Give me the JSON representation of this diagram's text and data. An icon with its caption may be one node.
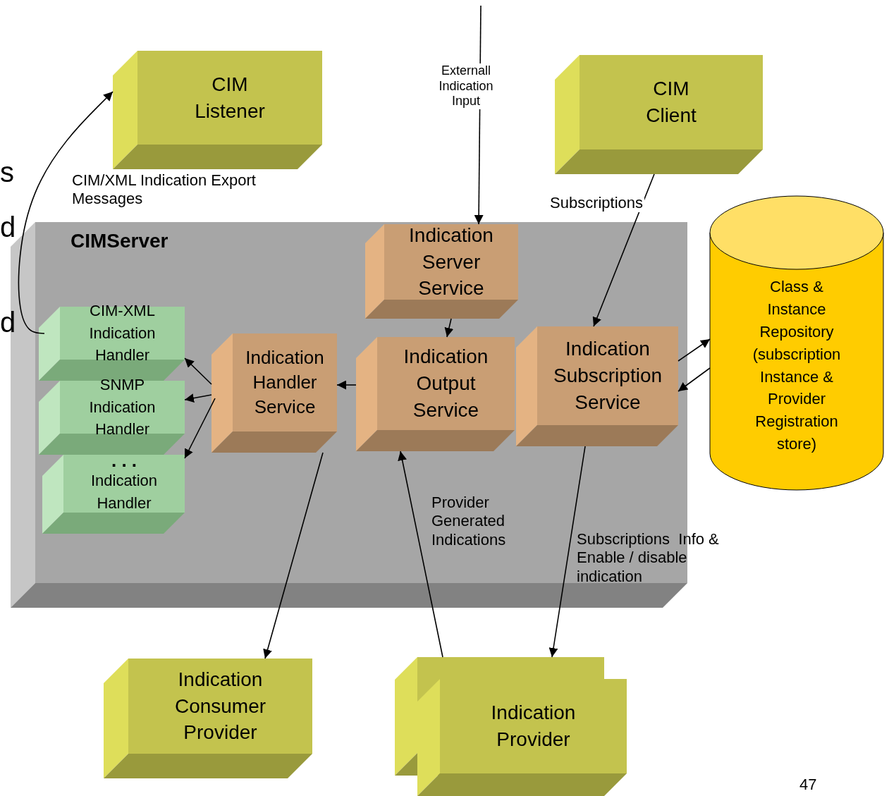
{
  "diagram": {
    "nodes": [
      {
        "text": [
          "CIM Listener"
        ]
      },
      {
        "text": [
          "CIM Client"
        ]
      },
      {
        "text": [
          "CIMServer"
        ]
      },
      {
        "text": [
          "Indication Server Service"
        ],
        "in": 2
      },
      {
        "text": [
          "CIM-XML Indication Handler"
        ],
        "in": 2
      },
      {
        "text": [
          "SNMP Indication Handler"
        ],
        "in": 2
      },
      {
        "text": [
          ". . .",
          "Indication Handler"
        ],
        "in": 2
      },
      {
        "text": [
          "Indication Handler Service"
        ],
        "in": 2
      },
      {
        "text": [
          "Indication Output Service"
        ],
        "in": 2
      },
      {
        "text": [
          "Indication Subscription Service"
        ],
        "in": 2
      },
      {
        "text": [
          "Class & Instance Repository (subscription Instance & Provider Registration store)"
        ]
      },
      {
        "text": [
          "Indication Consumer Provider"
        ]
      },
      {
        "text": [
          "Indication Provider"
        ]
      }
    ],
    "edges": [
      {
        "from": 4,
        "to": 0,
        "arrow": "to",
        "label": "CIM/XML Indication Export Messages"
      },
      {
        "from": null,
        "to": 3,
        "arrow": "to",
        "label": "Externall Indication Input"
      },
      {
        "from": 1,
        "to": 9,
        "arrow": "to",
        "label": "Subscriptions"
      },
      {
        "from": 3,
        "to": 8,
        "arrow": "to"
      },
      {
        "from": 8,
        "to": 7,
        "arrow": "to"
      },
      {
        "from": 7,
        "to": 4,
        "arrow": "to"
      },
      {
        "from": 7,
        "to": 5,
        "arrow": "to"
      },
      {
        "from": 7,
        "to": 6,
        "arrow": "to"
      },
      {
        "from": 9,
        "to": 10,
        "arrow": "to"
      },
      {
        "from": 10,
        "to": 9,
        "arrow": "to"
      },
      {
        "from": 7,
        "to": 11,
        "arrow": "to"
      },
      {
        "from": 12,
        "to": 8,
        "arrow": "to",
        "label": "Provider Generated Indications"
      },
      {
        "from": 9,
        "to": 12,
        "arrow": "to",
        "label": "Subscriptions  Info & Enable / disable indication"
      }
    ],
    "labels": [
      "s",
      "d",
      "d",
      "47"
    ]
  }
}
